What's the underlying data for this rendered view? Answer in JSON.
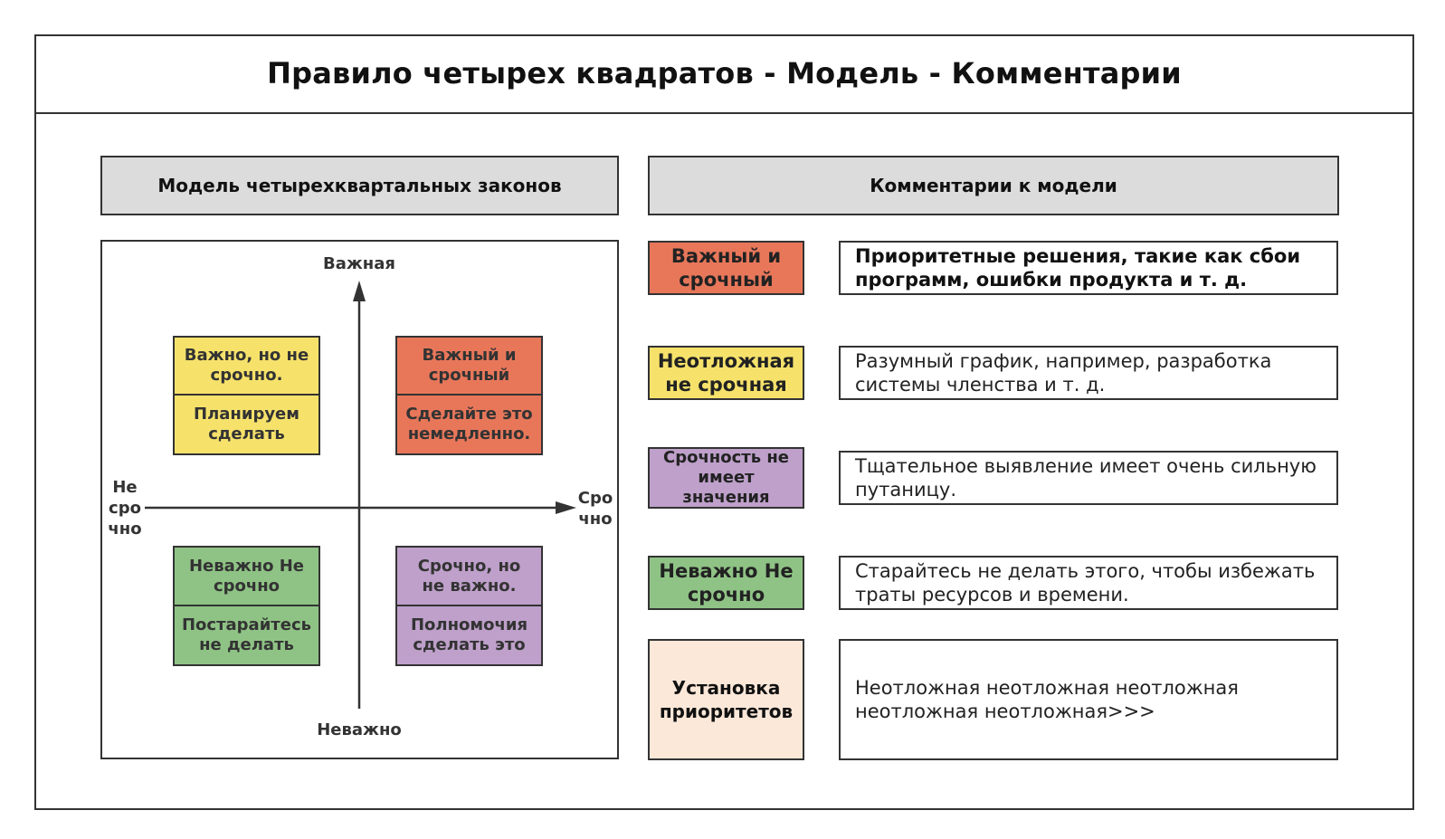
{
  "title": "Правило четырех квадратов - Модель - Комментарии",
  "left_header": "Модель четырехквартальных законов",
  "right_header": "Комментарии к модели",
  "axes": {
    "top": "Важная",
    "bottom": "Неважно",
    "left": [
      "Не",
      "сро",
      "чно"
    ],
    "right": [
      "Сро",
      "чно"
    ]
  },
  "quadrants": {
    "top_left": {
      "label": [
        "Важно, но не",
        "срочно."
      ],
      "action": [
        "Планируем",
        "сделать"
      ]
    },
    "top_right": {
      "label": [
        "Важный и",
        "срочный"
      ],
      "action": [
        "Сделайте это",
        "немедленно."
      ]
    },
    "bottom_left": {
      "label": [
        "Неважно Не",
        "срочно"
      ],
      "action": [
        "Постарайтесь",
        "не делать"
      ]
    },
    "bottom_right": {
      "label": [
        "Срочно, но",
        "не важно."
      ],
      "action": [
        "Полномочия",
        "сделать это"
      ]
    }
  },
  "comments": [
    {
      "tag": [
        "Важный и",
        "срочный"
      ],
      "text": [
        "Приоритетные решения, такие как сбои",
        "программ, ошибки продукта и т. д."
      ]
    },
    {
      "tag": [
        "Неотложная",
        "не срочная"
      ],
      "text": [
        "Разумный график, например, разработка",
        "системы членства и т. д."
      ]
    },
    {
      "tag": [
        "Срочность не",
        "имеет",
        "значения"
      ],
      "text": [
        "Тщательное выявление имеет очень сильную",
        "путаницу."
      ]
    },
    {
      "tag": [
        "Неважно Не",
        "срочно"
      ],
      "text": [
        "Старайтесь не делать этого, чтобы избежать",
        "траты ресурсов и времени."
      ]
    },
    {
      "tag": [
        "Установка",
        "приоритетов"
      ],
      "text": [
        "Неотложная неотложная неотложная",
        "неотложная неотложная>>>"
      ]
    }
  ],
  "colors": {
    "red": "#e8775a",
    "yellow": "#f6e26b",
    "purple": "#bea0ca",
    "green": "#8fc385",
    "peach": "#fce8d9",
    "header_gray": "#dcdcdc",
    "border": "#333333"
  }
}
